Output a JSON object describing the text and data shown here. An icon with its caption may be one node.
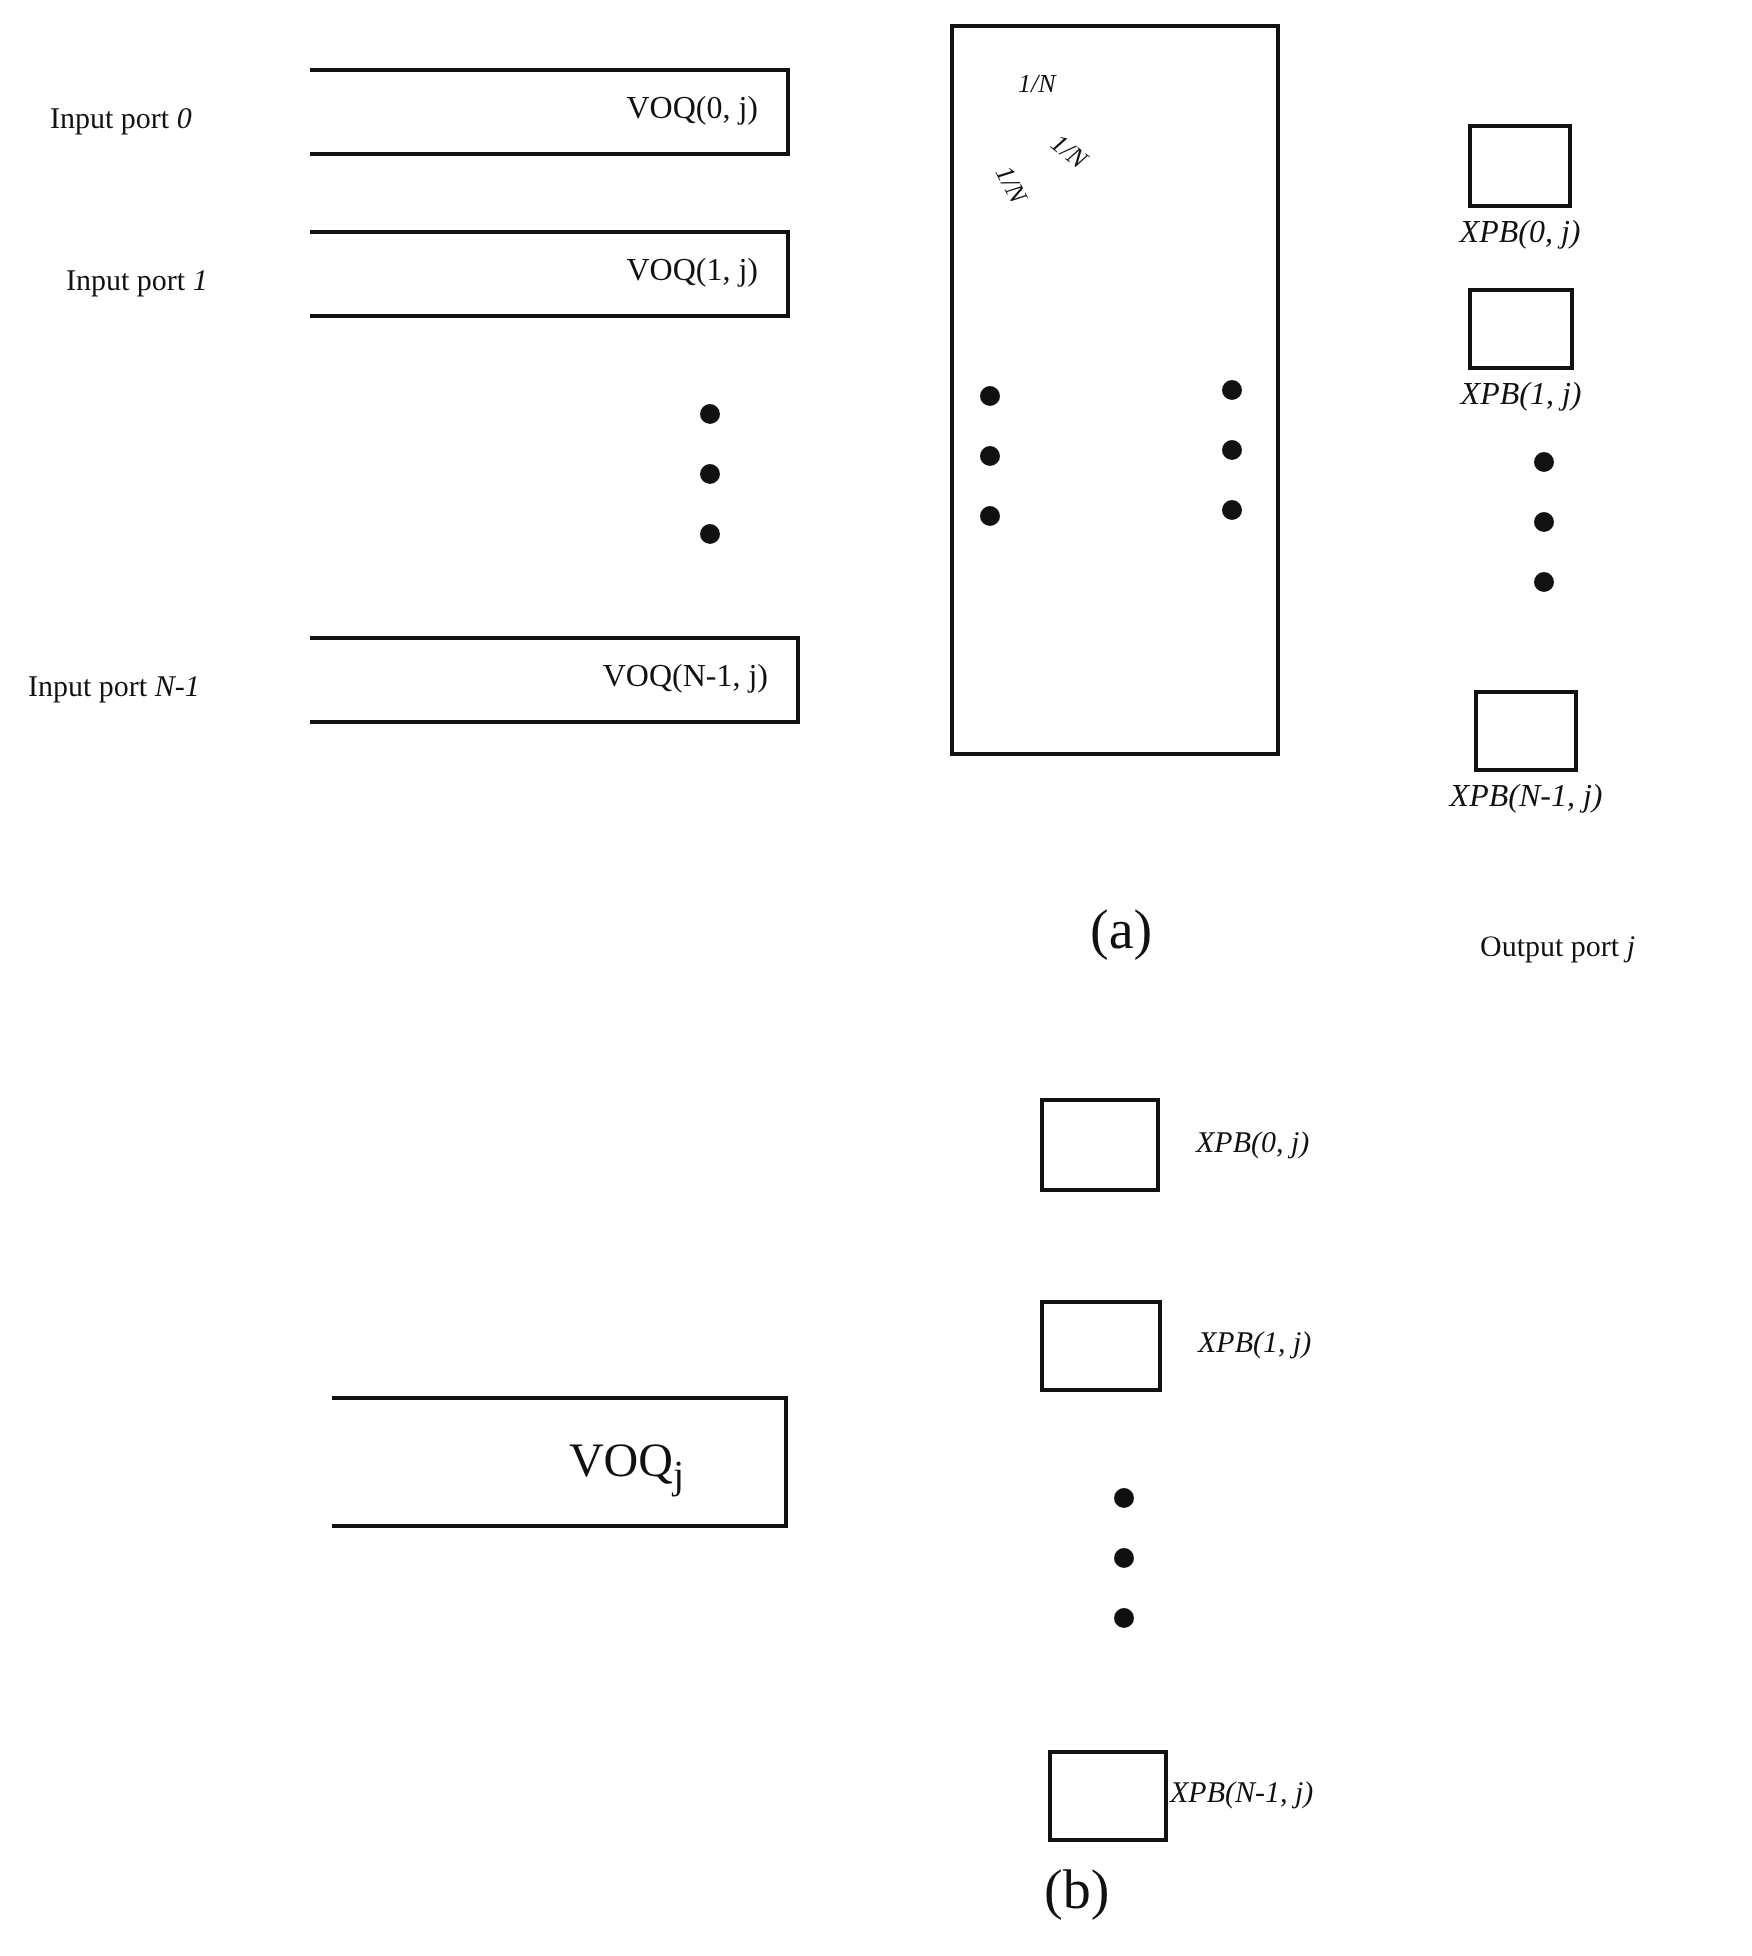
{
  "diagram": {
    "nodes": [
      {
        "text": [
          "VOQ(0, j)"
        ],
        "beside": [
          "Input port *0*"
        ]
      },
      {
        "text": [
          "VOQ(1, j)"
        ],
        "beside": [
          "Input port *1*"
        ]
      },
      {
        "text": [
          "VOQ(N-1, j)"
        ],
        "beside": [
          "Input port *N-1*"
        ]
      },
      {
        "text": [
          "1/N",
          "1/N",
          "1/N"
        ]
      },
      {
        "text": [
          "XPB(0, j)"
        ]
      },
      {
        "text": [
          "XPB(1, j)"
        ]
      },
      {
        "text": [
          "XPB(N-1, j)"
        ]
      },
      {
        "text": [
          "VOQ$_{j}$"
        ]
      },
      {
        "text": [
          "XPB(0, j)"
        ]
      },
      {
        "text": [
          "XPB(1, j)"
        ]
      },
      {
        "text": [
          "XPB(N-1, j)"
        ]
      }
    ],
    "labels": [
      "(a)",
      "Output port *j*",
      "(b)"
    ]
  }
}
